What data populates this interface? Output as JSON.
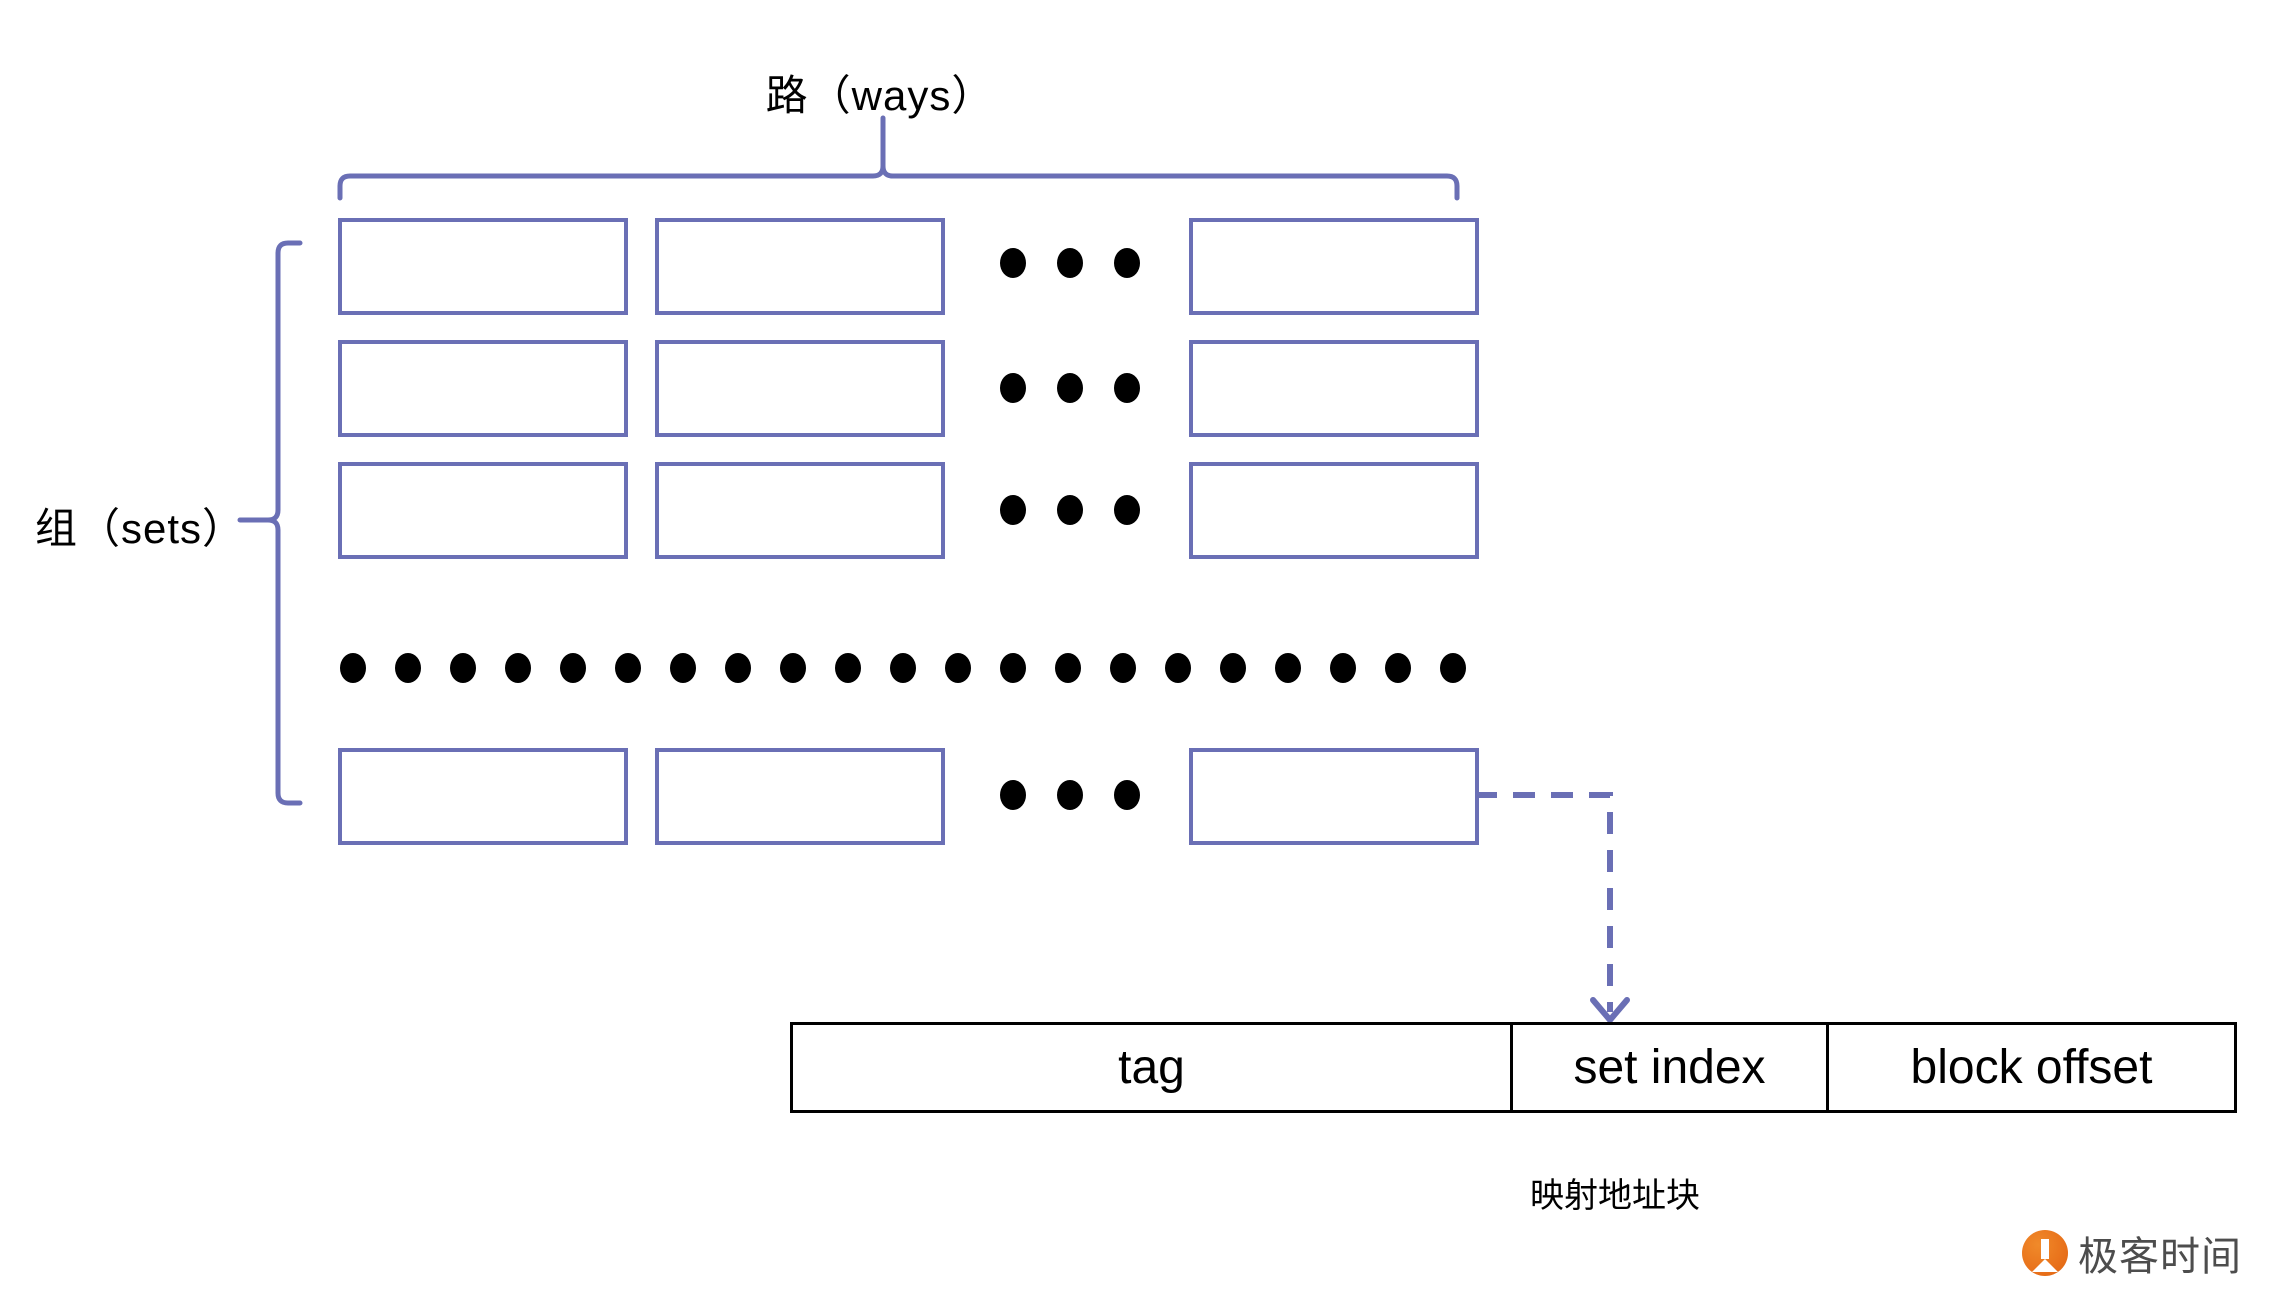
{
  "diagram": {
    "title": "Set-associative cache mapping diagram",
    "ways_label": "路（ways）",
    "sets_label": "组（sets）",
    "address_caption": "映射地址块",
    "colors": {
      "box_border": "#6a6fb5",
      "brace": "#6a6fb5",
      "dashed_arrow": "#6a6fb5",
      "address_border": "#000000",
      "dot": "#000000",
      "logo_orange": "#e8701a",
      "logo_text": "#4d4d4d"
    },
    "cache_grid": {
      "visible_rows": 4,
      "visible_cols_per_row": 3,
      "row_ellipsis_dots": 3,
      "vertical_ellipsis_dots": 21,
      "rows": [
        {
          "cells": [
            "",
            "",
            ""
          ]
        },
        {
          "cells": [
            "",
            "",
            ""
          ]
        },
        {
          "cells": [
            "",
            "",
            ""
          ]
        },
        {
          "cells": [
            "",
            "",
            ""
          ]
        }
      ]
    },
    "address_block": {
      "fields": [
        {
          "name": "tag",
          "label": "tag"
        },
        {
          "name": "set-index",
          "label": "set index"
        },
        {
          "name": "block-offset",
          "label": "block offset"
        }
      ]
    }
  },
  "watermark": {
    "icon": "geektime-logo-icon",
    "text": "极客时间"
  }
}
